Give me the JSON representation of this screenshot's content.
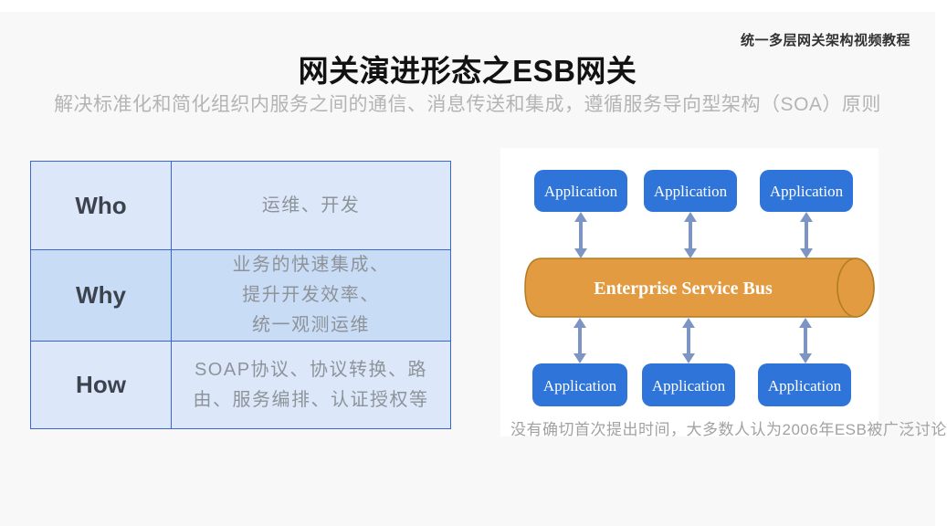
{
  "watermark": "统一多层网关架构视频教程",
  "header": {
    "title": "网关演进形态之ESB网关",
    "subtitle": "解决标准化和简化组织内服务之间的通信、消息传送和集成，遵循服务导向型架构（SOA）原则"
  },
  "table": {
    "rows": [
      {
        "label": "Who",
        "content": "运维、开发"
      },
      {
        "label": "Why",
        "content": "业务的快速集成、\n提升开发效率、\n统一观测运维"
      },
      {
        "label": "How",
        "content": "SOAP协议、协议转换、路由、服务编排、认证授权等"
      }
    ]
  },
  "diagram": {
    "app_label": "Application",
    "bus_label": "Enterprise Service Bus",
    "caption": "没有确切首次提出时间，大多数人认为2006年ESB被广泛讨论"
  },
  "colors": {
    "application_box": "#2e74d9",
    "bus_fill": "#e29b40",
    "bus_stroke": "#b07c22",
    "arrow": "#7d95c5",
    "table_border": "#3b66cf",
    "table_row_light": "#dce8fa",
    "table_row_dark": "#c9dcf6",
    "slide_background": "#f8f8f8"
  }
}
